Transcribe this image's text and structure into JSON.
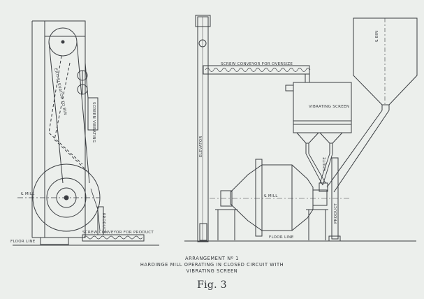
{
  "figure": {
    "caption_lines": [
      "ARRANGEMENT Nº 1",
      "HARDINGE MILL OPERATING IN CLOSED CIRCUIT WITH",
      "VIBRATING SCREEN"
    ],
    "figure_label": "Fig. 3"
  },
  "labels": {
    "elevator_left": "EXT. ELEVATOR TO BIN",
    "screen_left": "SCREEN VIBRATING",
    "mill_left": "℄ MILL",
    "elevator_right": "ELEVATOR",
    "conveyor_oversize": "SCREW CONVEYOR FOR OVERSIZE",
    "vibrating_screen": "VIBRATING SCREEN",
    "bin": "℄ BIN",
    "mill_right": "℄ MILL",
    "product_right": "PRODUCT",
    "conveyor_product": "SCREW CONVEYOR FOR PRODUCT",
    "product_left": "PRODUCT",
    "floor_left": "FLOOR LINE",
    "floor_right": "FLOOR LINE",
    "chute": "CHUTE"
  },
  "colors": {
    "paper": "#ecefec",
    "ink": "#3a3d41"
  }
}
